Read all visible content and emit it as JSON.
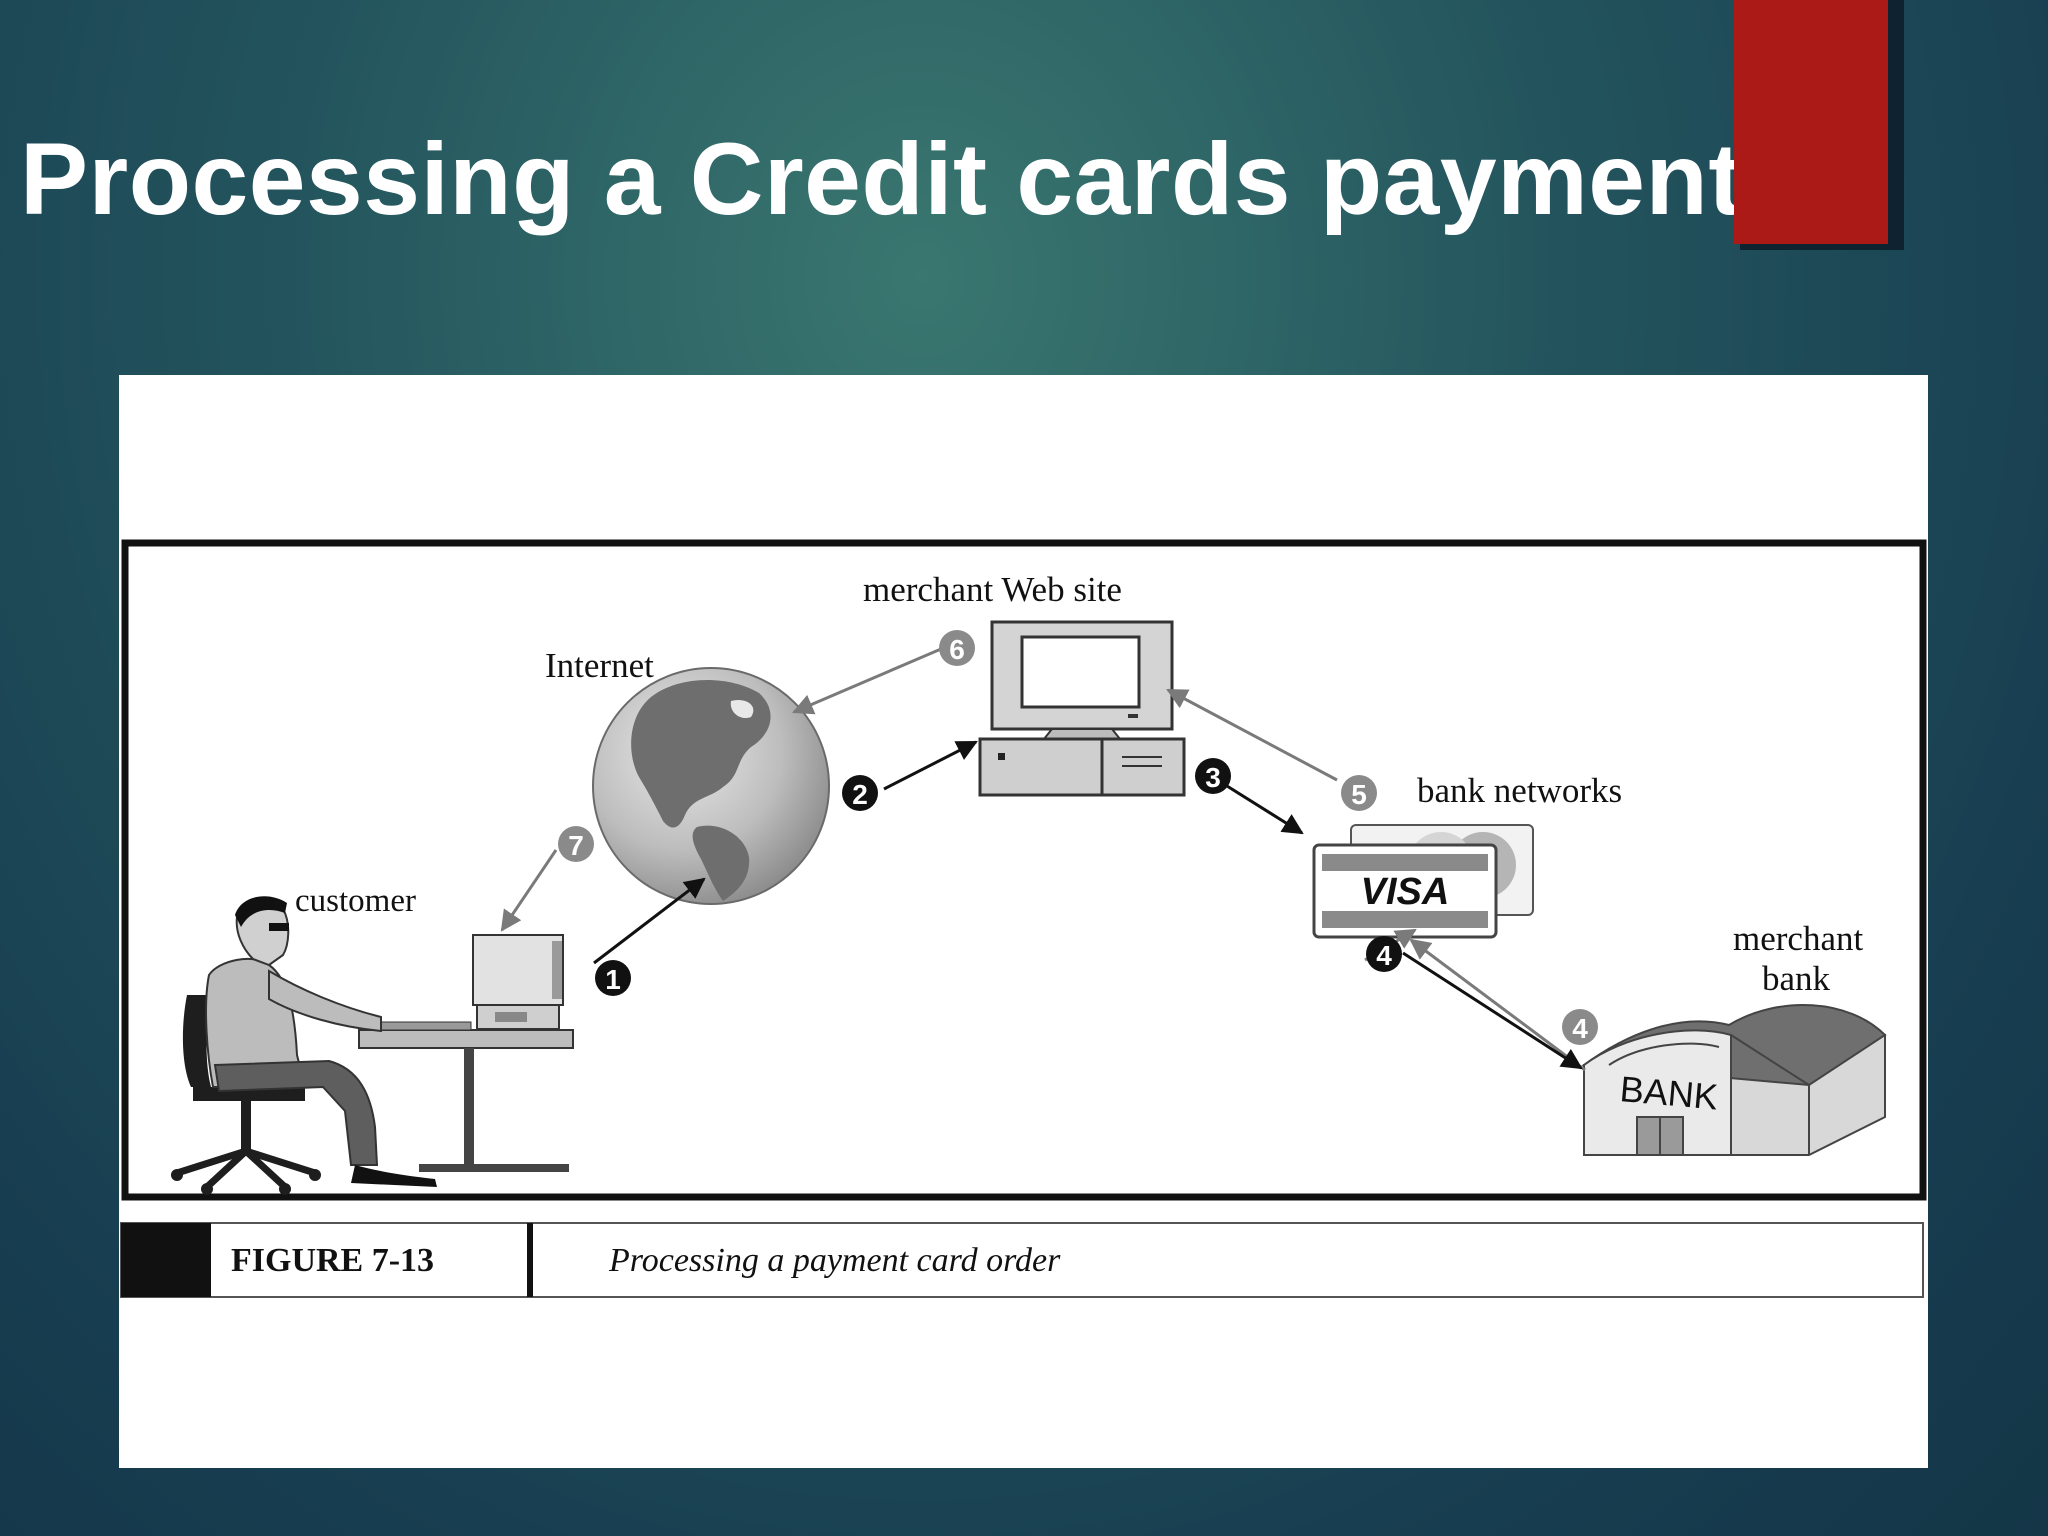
{
  "slide": {
    "title": "Processing a Credit cards payment",
    "accent_color": "#ac1a18"
  },
  "figure": {
    "labels": {
      "merchant_web_site": "merchant Web site",
      "internet": "Internet",
      "customer": "customer",
      "bank_networks": "bank networks",
      "merchant_bank_line1": "merchant",
      "merchant_bank_line2": "bank"
    },
    "card_text": "VISA",
    "bank_sign": "BANK",
    "steps": {
      "s1": "1",
      "s2": "2",
      "s3": "3",
      "s4a": "4",
      "s4b": "4",
      "s5": "5",
      "s6": "6",
      "s7": "7"
    },
    "caption": {
      "number": "FIGURE 7-13",
      "text": "Processing a payment card order"
    }
  }
}
